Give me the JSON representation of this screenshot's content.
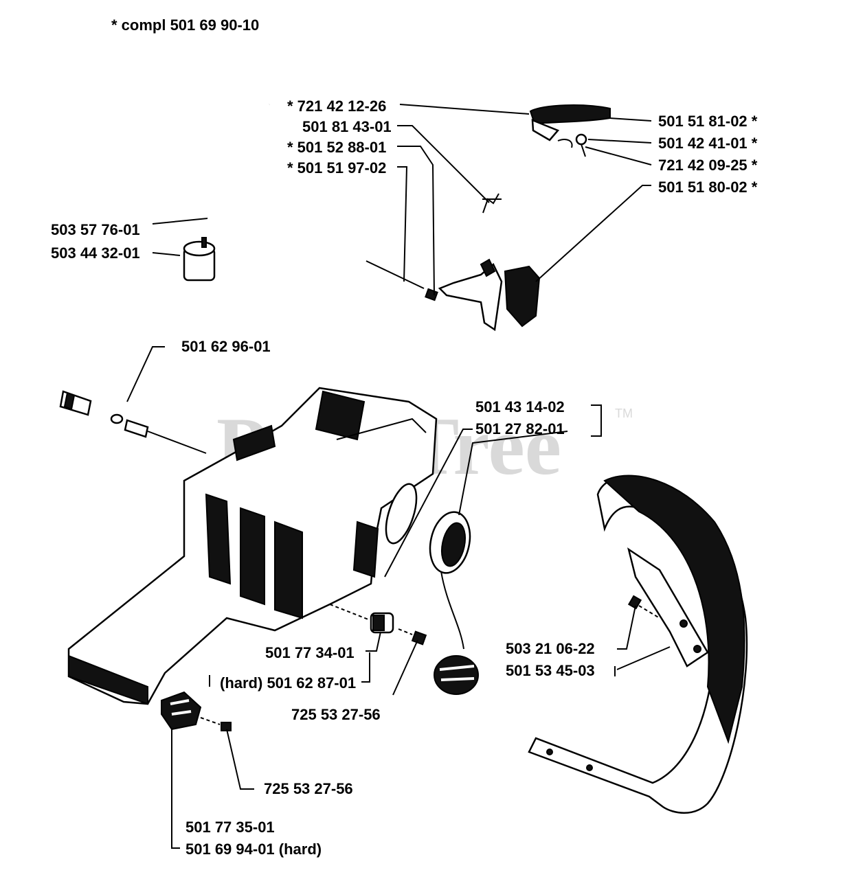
{
  "header": {
    "note": "*  compl 501 69 90-10"
  },
  "watermark": {
    "text": "PartsTree",
    "trademark": "TM"
  },
  "labels": {
    "l1": "*  721 42 12-26",
    "l2": "501 81 43-01",
    "l3": "*  501 52 88-01",
    "l4": "*  501 51 97-02",
    "l5": "501 51 81-02  *",
    "l6": "501 42 41-01  *",
    "l7": "721 42 09-25  *",
    "l8": "501 51 80-02  *",
    "l9": "503 57 76-01",
    "l10": "503 44 32-01",
    "l11": "501 62 96-01",
    "l12": "501 43 14-02",
    "l13": "501 27 82-01",
    "l14": "501 77 34-01",
    "l15": "(hard) 501 62 87-01",
    "l16": "725 53 27-56",
    "l17": "503 21 06-22",
    "l18": "501 53 45-03",
    "l19": "725 53 27-56",
    "l20": "501 77 35-01",
    "l21": "501 69 94-01 (hard)"
  },
  "colors": {
    "ink": "#000000",
    "watermark": "#d9d9d9",
    "background": "#ffffff"
  }
}
